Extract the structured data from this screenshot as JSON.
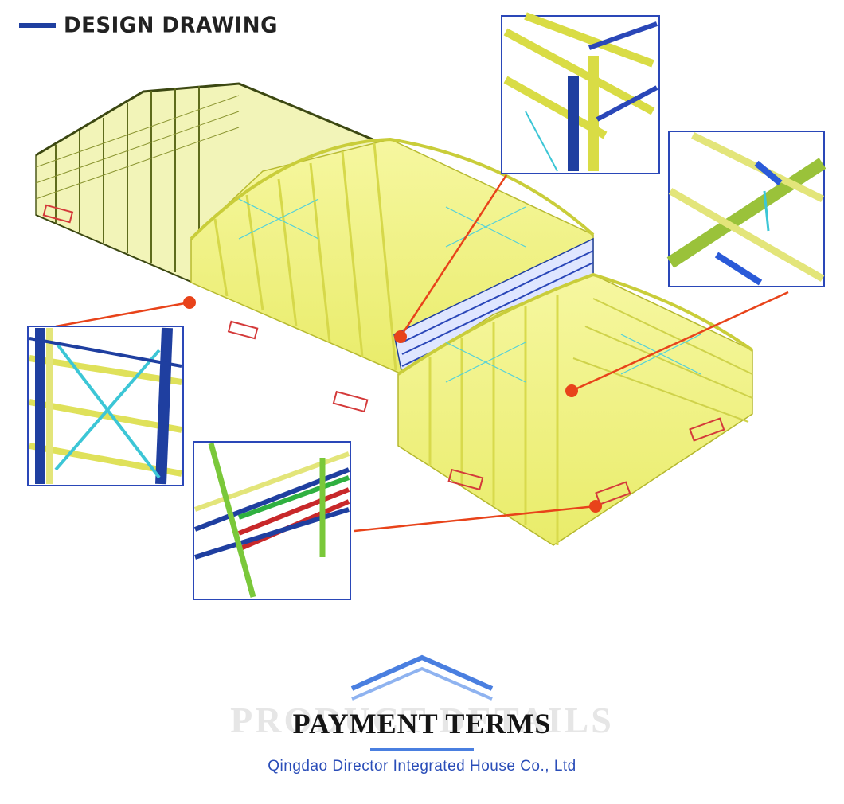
{
  "header": {
    "title": "DESIGN DRAWING"
  },
  "footer": {
    "watermark": "PRODUCT DETAILS",
    "title": "PAYMENT TERMS",
    "company": "Qingdao Director Integrated House Co., Ltd"
  },
  "colors": {
    "accent_blue": "#1f3fa0",
    "frame_yellow": "#eef07a",
    "frame_green": "#6e7a22",
    "marker_red": "#e8431a",
    "bracing_cyan": "#3cc6d6"
  },
  "icons": {
    "roof": "roof-chevron-icon",
    "marker": "callout-dot-icon"
  }
}
